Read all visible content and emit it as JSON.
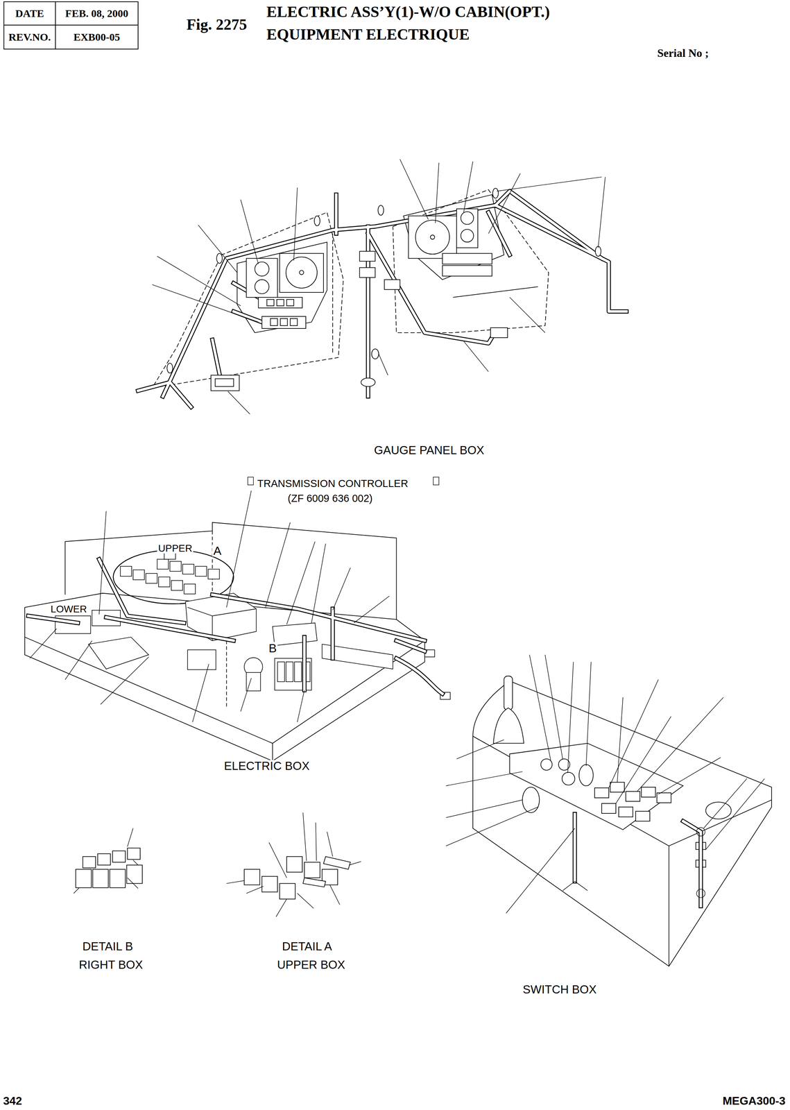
{
  "diagram": {
    "title": "ELECTRIC ASS’Y(1)-W/O CABIN(OPT.)",
    "nodes": [
      {
        "text": [
          "DATE"
        ]
      },
      {
        "text": [
          "FEB. 08, 2000"
        ]
      },
      {
        "text": [
          "REV.NO."
        ]
      },
      {
        "text": [
          "EXB00-05"
        ]
      }
    ],
    "edges": [],
    "labels": [
      "Fig. 2275",
      "EQUIPMENT ELECTRIQUE",
      "Serial No ;",
      "GAUGE PANEL BOX",
      "TRANSMISSION CONTROLLER",
      "(ZF 6009 636 002)",
      "UPPER",
      "A",
      "LOWER",
      "B",
      "ELECTRIC BOX",
      "DETAIL B",
      "RIGHT BOX",
      "DETAIL A",
      "UPPER BOX",
      "SWITCH BOX",
      "342",
      "MEGA300-3"
    ]
  }
}
